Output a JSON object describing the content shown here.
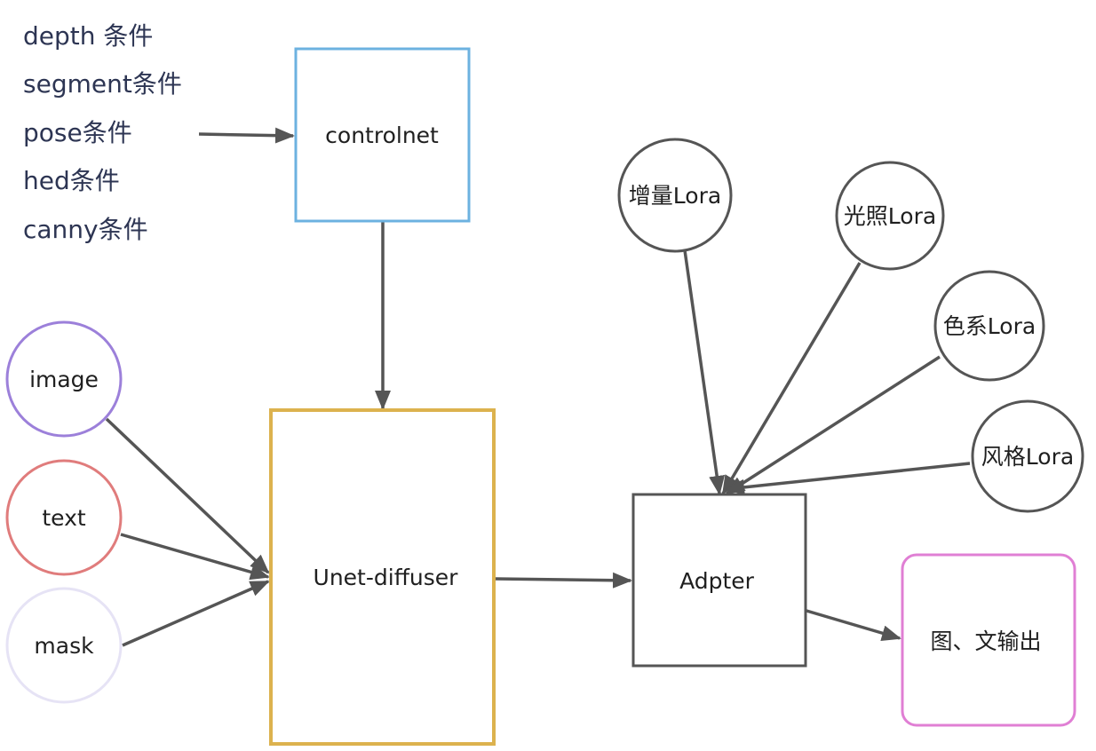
{
  "conditions": [
    "depth 条件",
    "segment条件",
    "pose条件",
    "hed条件",
    "canny条件"
  ],
  "nodes": {
    "controlnet": {
      "label": "controlnet",
      "color": "#6cb2e0"
    },
    "unet": {
      "label": "Unet-diffuser",
      "color": "#dcb24e"
    },
    "adapter": {
      "label": "Adpter",
      "color": "#555555"
    },
    "output": {
      "label": "图、文输出",
      "color": "#e07fd4"
    }
  },
  "inputs": [
    {
      "label": "image",
      "color": "#9c80da"
    },
    {
      "label": "text",
      "color": "#e07c7c"
    },
    {
      "label": "mask",
      "color": "#e6e3f5"
    }
  ],
  "loras": [
    {
      "label": "增量Lora",
      "color": "#555555"
    },
    {
      "label": "光照Lora",
      "color": "#555555"
    },
    {
      "label": "色系Lora",
      "color": "#555555"
    },
    {
      "label": "风格Lora",
      "color": "#555555"
    }
  ]
}
